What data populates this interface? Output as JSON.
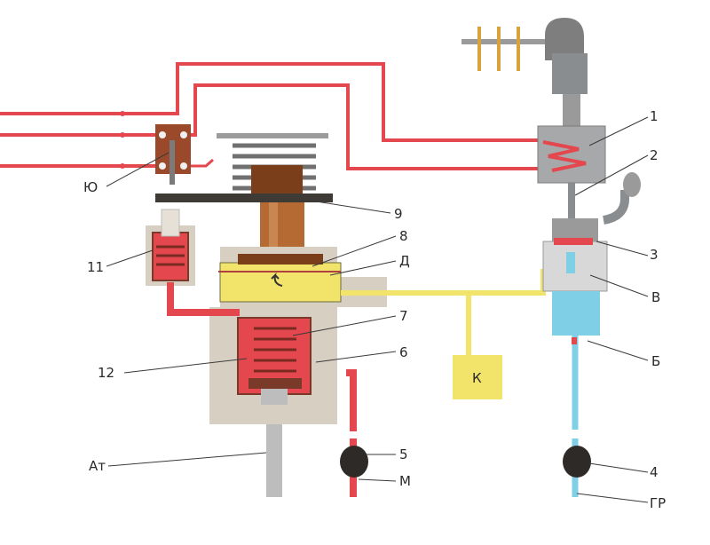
{
  "labels": {
    "n1": "1",
    "n2": "2",
    "n3": "3",
    "n4": "4",
    "n5": "5",
    "n6": "6",
    "n7": "7",
    "n8": "8",
    "n9": "9",
    "n10": "Ю",
    "n11": "11",
    "n12": "12",
    "d": "Д",
    "v": "В",
    "b": "Б",
    "k": "К",
    "at": "Ат",
    "m": "М",
    "gr": "ГР"
  },
  "colors": {
    "wire": "#e4474d",
    "air": "#e4474d",
    "brake_line": "#7fcfe6",
    "control_line": "#f2e36b",
    "housing": "#d8cfc3",
    "metal": "#8a8d90",
    "copper": "#b46a32"
  }
}
